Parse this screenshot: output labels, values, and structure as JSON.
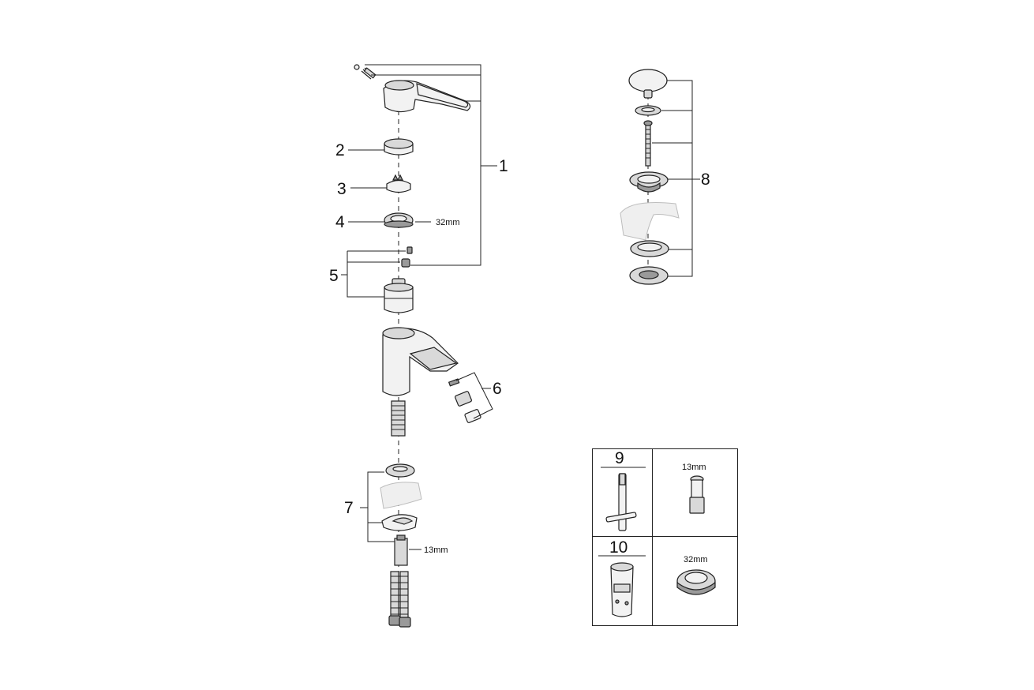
{
  "labels": {
    "p1": "1",
    "p2": "2",
    "p3": "3",
    "p4": "4",
    "p5": "5",
    "p6": "6",
    "p7": "7",
    "p8": "8",
    "p9": "9",
    "p10": "10"
  },
  "sizes": {
    "seal": "32mm",
    "valve": "13mm",
    "tool_9": "13mm",
    "tool_10": "32mm"
  },
  "colors": {
    "line": "#222222",
    "part_fill": "#f2f2f2",
    "part_shade": "#d9d9d9",
    "ghost_fill": "#efefef"
  }
}
